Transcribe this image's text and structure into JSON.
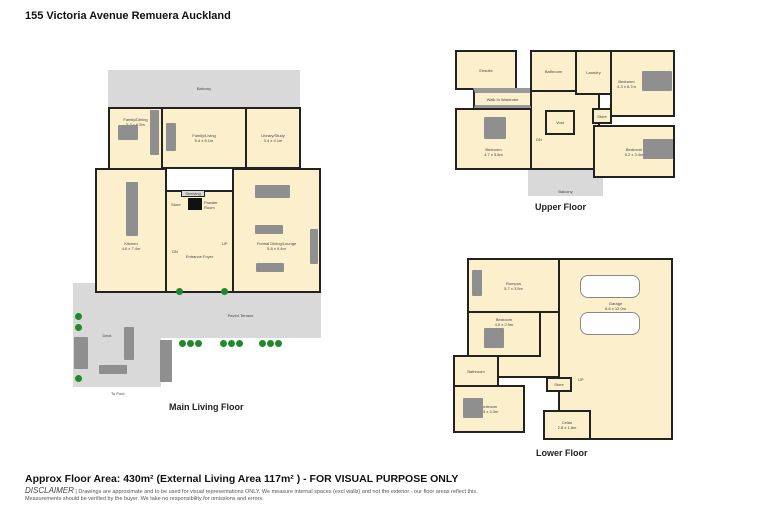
{
  "title": "155 Victoria Avenue Remuera Auckland",
  "floors": {
    "main": {
      "label": "Main Living Floor",
      "rooms": {
        "balcony": {
          "name": "Balcony"
        },
        "family_dining": {
          "name": "Family/Dining",
          "dims": "5.3 x 6.5m"
        },
        "family_living": {
          "name": "Family/Living",
          "dims": "5.4 x 6.1m"
        },
        "library": {
          "name": "Library/Study",
          "dims": "3.4 x 4.1m"
        },
        "kitchen": {
          "name": "Kitchen",
          "dims": "4.6 x 7.4m"
        },
        "shelving": {
          "name": "Shelving"
        },
        "store": {
          "name": "Store"
        },
        "powder": {
          "name": "Powder Room"
        },
        "entrance": {
          "name": "Entrance Foyer"
        },
        "formal": {
          "name": "Formal Dining/Lounge",
          "dims": "5.8 x 9.4m"
        },
        "terrace": {
          "name": "Paved Terrace"
        },
        "deck": {
          "name": "Deck"
        },
        "pool": {
          "name": "To Pool"
        },
        "dn": "DN",
        "up": "UP"
      }
    },
    "upper": {
      "label": "Upper Floor",
      "rooms": {
        "ensuite": {
          "name": "Ensuite"
        },
        "walkin": {
          "name": "Walk In Wardrobe"
        },
        "bed1": {
          "name": "Bedroom",
          "dims": "4.7 x 5.8m"
        },
        "bathroom": {
          "name": "Bathroom"
        },
        "laundry": {
          "name": "Laundry"
        },
        "bed2": {
          "name": "Bedroom",
          "dims": "4.3 x 6.7m"
        },
        "void": {
          "name": "Void"
        },
        "store": {
          "name": "Store"
        },
        "bed3": {
          "name": "Bedroom",
          "dims": "5.2 x 3.4m"
        },
        "balcony": {
          "name": "Balcony"
        },
        "dn": "DN"
      }
    },
    "lower": {
      "label": "Lower Floor",
      "rooms": {
        "rumpus": {
          "name": "Rumpus",
          "dims": "5.7 x 3.5m"
        },
        "bed1": {
          "name": "Bedroom",
          "dims": "4.5 x 2.9m"
        },
        "bathroom": {
          "name": "Bathroom"
        },
        "bed2": {
          "name": "Bedroom",
          "dims": "5.5 x 3.3m"
        },
        "garage": {
          "name": "Garage",
          "dims": "6.8 x 12.0m"
        },
        "store": {
          "name": "Store"
        },
        "cellar": {
          "name": "Cellar",
          "dims": "2.8 x 1.8m"
        },
        "up": "UP"
      }
    }
  },
  "footer": {
    "area": "Approx Floor Area: 430m² (External Living Area 117m² ) - FOR VISUAL PURPOSE ONLY",
    "disclaimer_label": "DISCLAIMER",
    "disclaimer": " | Drawings are approximate and to be used for visual representations ONLY. We measure internal spaces (excl walls) and not the exterior - our floor areas reflect this. Measurements should be verified by the buyer. We take no responsibility for omissions and errors."
  },
  "colors": {
    "room": "#fbf0cb",
    "outdoor": "#d9d9d9",
    "wall": "#222222",
    "furniture": "#8f8f8f",
    "plant": "#1e8a2a"
  }
}
